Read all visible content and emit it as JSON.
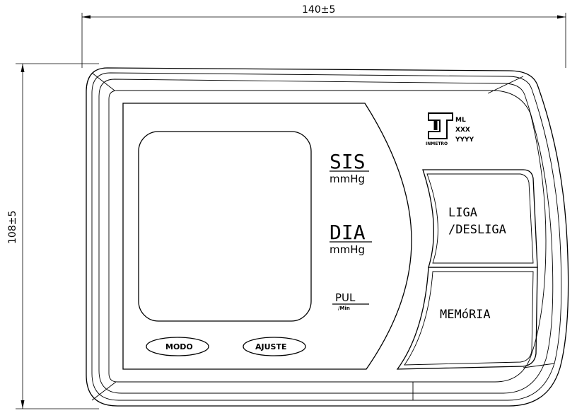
{
  "dimensions": {
    "width_label": "140±5",
    "height_label": "108±5"
  },
  "display_labels": {
    "sis": "SIS",
    "sis_unit": "mmHg",
    "dia": "DIA",
    "dia_unit": "mmHg",
    "pul": "PUL",
    "pul_unit": "/Min"
  },
  "buttons": {
    "power": {
      "line1": "LIGA",
      "line2": "/DESLIGA"
    },
    "memory": "MEMóRIA",
    "mode": "MODO",
    "adjust": "AJUSTE"
  },
  "certification": {
    "logo_text": "INMETRO",
    "line1": "ML",
    "line2": "XXX",
    "line3": "YYYY"
  }
}
